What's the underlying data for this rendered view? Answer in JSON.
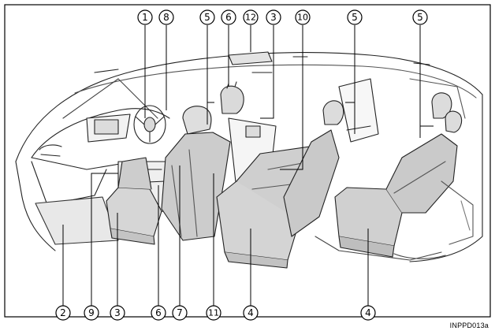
{
  "figure_code": "INPPD013a",
  "callouts_top": [
    {
      "id": "c1-top",
      "label": "1"
    },
    {
      "id": "c8-top",
      "label": "8"
    },
    {
      "id": "c5-top-a",
      "label": "5"
    },
    {
      "id": "c6-top",
      "label": "6"
    },
    {
      "id": "c12-top",
      "label": "12"
    },
    {
      "id": "c3-top",
      "label": "3"
    },
    {
      "id": "c10-top",
      "label": "10"
    },
    {
      "id": "c5-top-b",
      "label": "5"
    },
    {
      "id": "c5-top-c",
      "label": "5"
    }
  ],
  "callouts_bottom": [
    {
      "id": "c2-bot",
      "label": "2"
    },
    {
      "id": "c9-bot",
      "label": "9"
    },
    {
      "id": "c3-bot",
      "label": "3"
    },
    {
      "id": "c6-bot",
      "label": "6"
    },
    {
      "id": "c7-bot",
      "label": "7"
    },
    {
      "id": "c11-bot",
      "label": "11"
    },
    {
      "id": "c4-bot-a",
      "label": "4"
    },
    {
      "id": "c4-bot-b",
      "label": "4"
    }
  ]
}
